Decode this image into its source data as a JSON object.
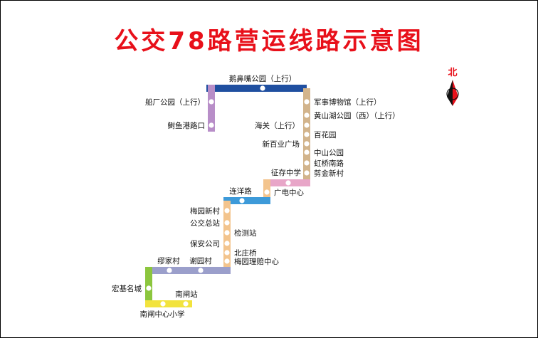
{
  "title": "公交78路营运线路示意图",
  "compass": {
    "label": "北",
    "color": "#e8101a"
  },
  "colors": {
    "blue_dark": "#1f4fa0",
    "purple": "#b88ec8",
    "tan": "#d2b48c",
    "pink": "#e8a6c8",
    "blue": "#3d9ad9",
    "peach": "#f3c48d",
    "lavender": "#9b9fcb",
    "green": "#8cc63e",
    "yellow": "#f2e33d",
    "title_red": "#e8101a"
  },
  "stops": {
    "s1": "鹅鼻嘴公园（上行）",
    "s2": "船厂公园（上行）",
    "s3": "鲥鱼港路口",
    "s4": "军事博物馆（上行）",
    "s5": "黄山湖公园（西）（上行）",
    "s6": "海关（上行）",
    "s7": "百花园",
    "s8": "新百业广场",
    "s9": "中山公园",
    "s10": "虹桥南路",
    "s11": "剪金新村",
    "s12": "征存中学",
    "s13": "广电中心",
    "s14": "连洋路",
    "s15": "梅园新村",
    "s16": "公交总站",
    "s17": "检测站",
    "s18": "保安公司",
    "s19": "北庄桥",
    "s20": "梅园理赔中心",
    "s21": "缪家村",
    "s22": "谢园村",
    "s23": "宏基名城",
    "s24": "南闸站",
    "s25": "南闸中心小学"
  }
}
